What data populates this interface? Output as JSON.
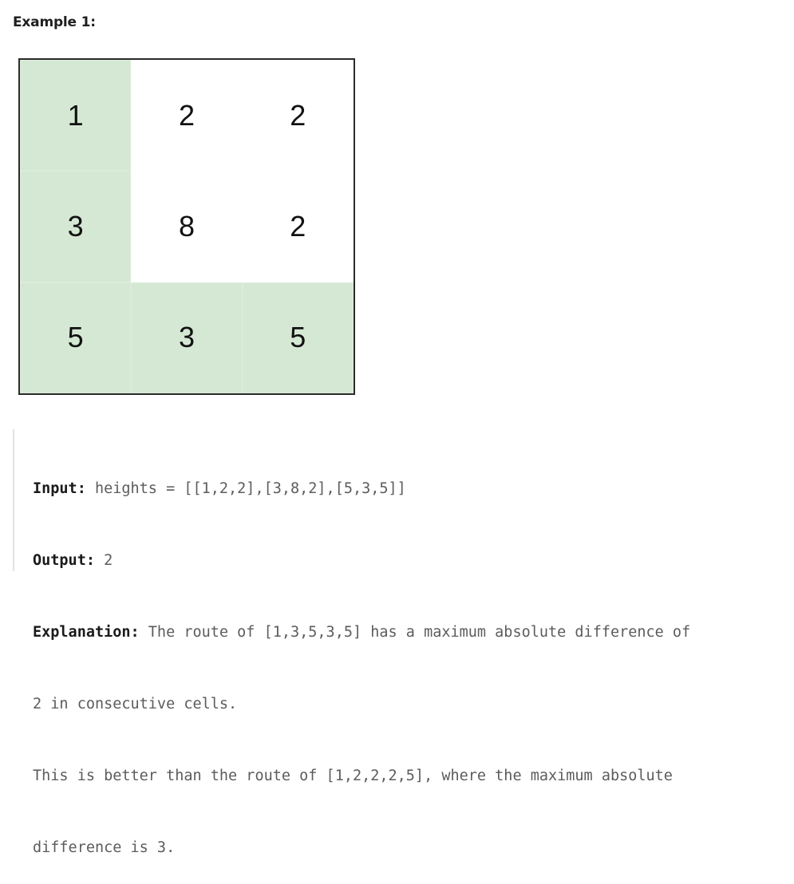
{
  "example": {
    "heading": "Example 1:",
    "grid": [
      [
        {
          "value": "1",
          "on_path": true
        },
        {
          "value": "2",
          "on_path": false
        },
        {
          "value": "2",
          "on_path": false
        }
      ],
      [
        {
          "value": "3",
          "on_path": true
        },
        {
          "value": "8",
          "on_path": false
        },
        {
          "value": "2",
          "on_path": false
        }
      ],
      [
        {
          "value": "5",
          "on_path": true
        },
        {
          "value": "3",
          "on_path": true
        },
        {
          "value": "5",
          "on_path": true
        }
      ]
    ],
    "path_color": "#d5e8d4",
    "input_label": "Input:",
    "input_value": " heights = [[1,2,2],[3,8,2],[5,3,5]]",
    "output_label": "Output:",
    "output_value": " 2",
    "explanation_label": "Explanation:",
    "explanation_line1": " The route of [1,3,5,3,5] has a maximum absolute difference of",
    "explanation_line2": "2 in consecutive cells.",
    "explanation_line3": "This is better than the route of [1,2,2,2,5], where the maximum absolute",
    "explanation_line4": "difference is 3."
  }
}
